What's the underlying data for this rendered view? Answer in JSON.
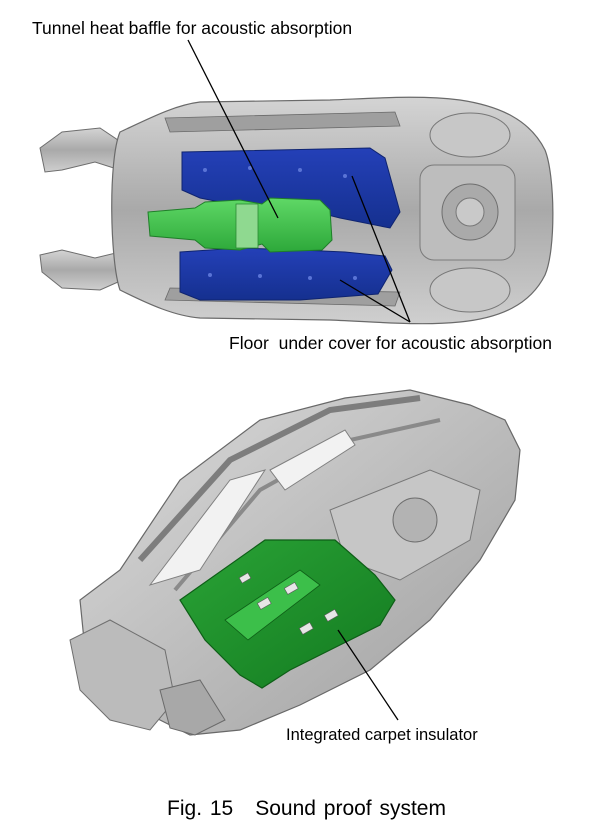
{
  "labels": {
    "tunnel": "Tunnel heat baffle for acoustic absorption",
    "floor": "Floor  under cover for acoustic absorption",
    "carpet": "Integrated carpet insulator"
  },
  "caption": {
    "number": "Fig. 15",
    "title": "Sound proof system"
  },
  "colors": {
    "floor_cover": "#1c3aa8",
    "tunnel_baffle": "#3fc24a",
    "carpet_insulator": "#1f8f2a",
    "body_frame": "#b9b9b9"
  }
}
